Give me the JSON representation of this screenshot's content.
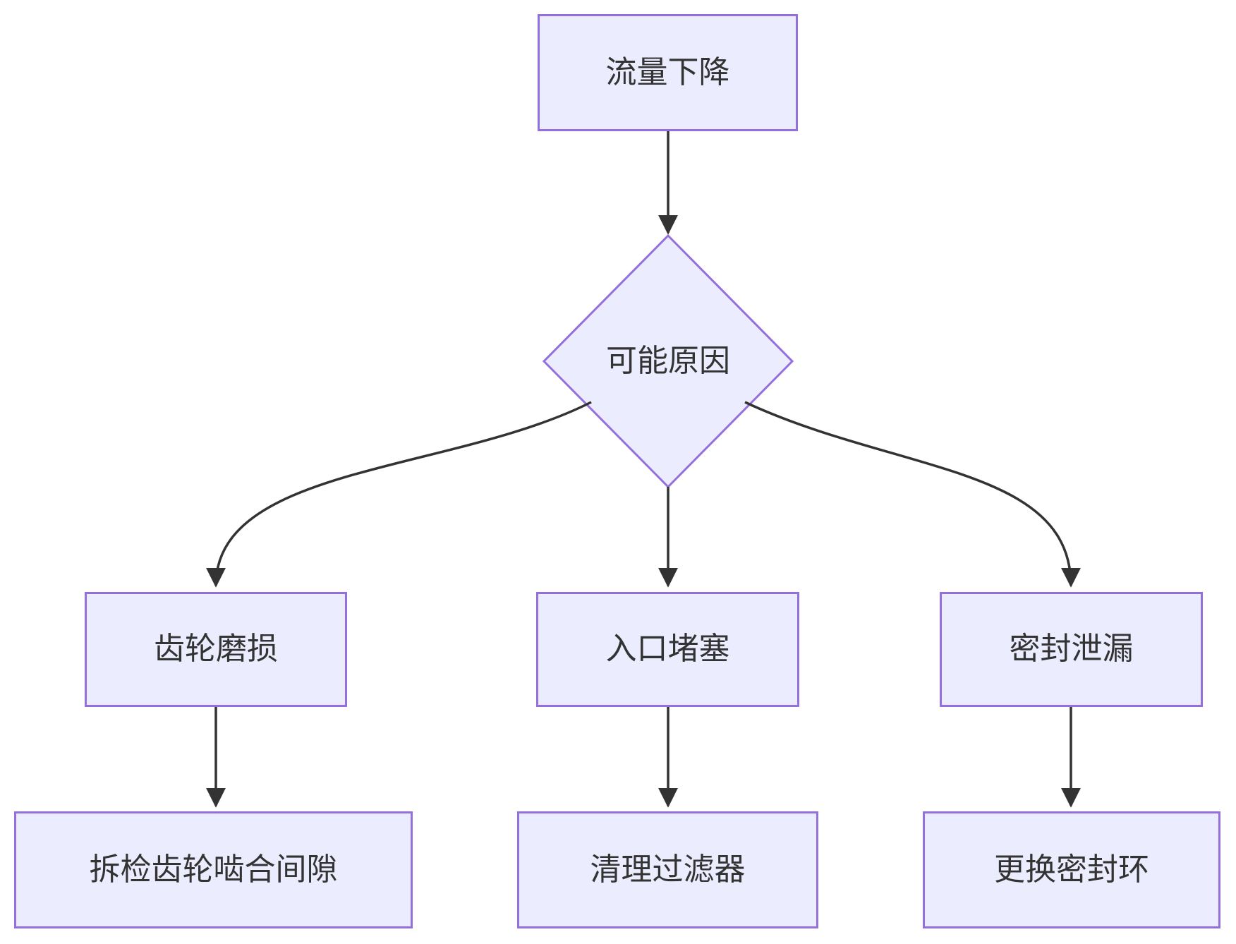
{
  "diagram": {
    "type": "flowchart",
    "direction": "top-down",
    "colors": {
      "node_fill": "#ECECFF",
      "node_border": "#9370DB",
      "edge_line": "#333333",
      "arrowhead": "#333333",
      "text": "#333333",
      "background": "#FFFFFF"
    },
    "nodes": [
      {
        "id": "flow-decrease",
        "shape": "rect",
        "label": "流量下降"
      },
      {
        "id": "possible-causes",
        "shape": "diamond",
        "label": "可能原因"
      },
      {
        "id": "gear-wear",
        "shape": "rect",
        "label": "齿轮磨损"
      },
      {
        "id": "inlet-blockage",
        "shape": "rect",
        "label": "入口堵塞"
      },
      {
        "id": "seal-leakage",
        "shape": "rect",
        "label": "密封泄漏"
      },
      {
        "id": "inspect-gear-gap",
        "shape": "rect",
        "label": "拆检齿轮啮合间隙"
      },
      {
        "id": "clean-filter",
        "shape": "rect",
        "label": "清理过滤器"
      },
      {
        "id": "replace-seal-ring",
        "shape": "rect",
        "label": "更换密封环"
      }
    ],
    "edges": [
      {
        "from": "流量下降",
        "to": "可能原因"
      },
      {
        "from": "可能原因",
        "to": "齿轮磨损"
      },
      {
        "from": "可能原因",
        "to": "入口堵塞"
      },
      {
        "from": "可能原因",
        "to": "密封泄漏"
      },
      {
        "from": "齿轮磨损",
        "to": "拆检齿轮啮合间隙"
      },
      {
        "from": "入口堵塞",
        "to": "清理过滤器"
      },
      {
        "from": "密封泄漏",
        "to": "更换密封环"
      }
    ]
  }
}
